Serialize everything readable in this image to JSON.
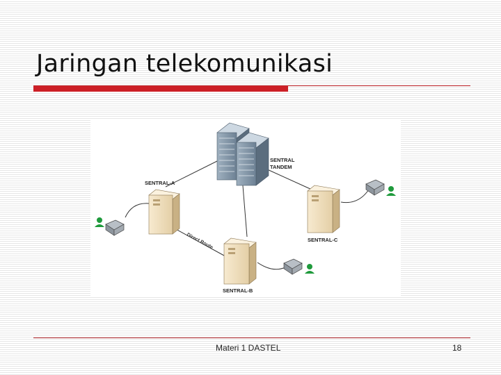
{
  "slide": {
    "title": "Jaringan telekomunikasi",
    "accent_color": "#cc1f26"
  },
  "diagram": {
    "nodes": [
      {
        "id": "sentral-tandem",
        "label_lines": [
          "SENTRAL",
          "TANDEM"
        ],
        "icon": "server-rack-icon"
      },
      {
        "id": "sentral-a",
        "label": "SENTRAL-A",
        "icon": "server-tower-icon"
      },
      {
        "id": "sentral-b",
        "label": "SENTRAL-B",
        "icon": "server-tower-icon"
      },
      {
        "id": "sentral-c",
        "label": "SENTRAL-C",
        "icon": "server-tower-icon"
      }
    ],
    "route_label": "Direct Route",
    "links": [
      [
        "sentral-a",
        "sentral-tandem"
      ],
      [
        "sentral-c",
        "sentral-tandem"
      ],
      [
        "sentral-b",
        "sentral-tandem"
      ],
      [
        "sentral-a",
        "sentral-b"
      ]
    ],
    "subscribers": [
      "phone-user-icon",
      "phone-user-icon",
      "phone-user-icon"
    ]
  },
  "footer": {
    "center_text": "Materi 1 DASTEL",
    "page_number": "18"
  }
}
